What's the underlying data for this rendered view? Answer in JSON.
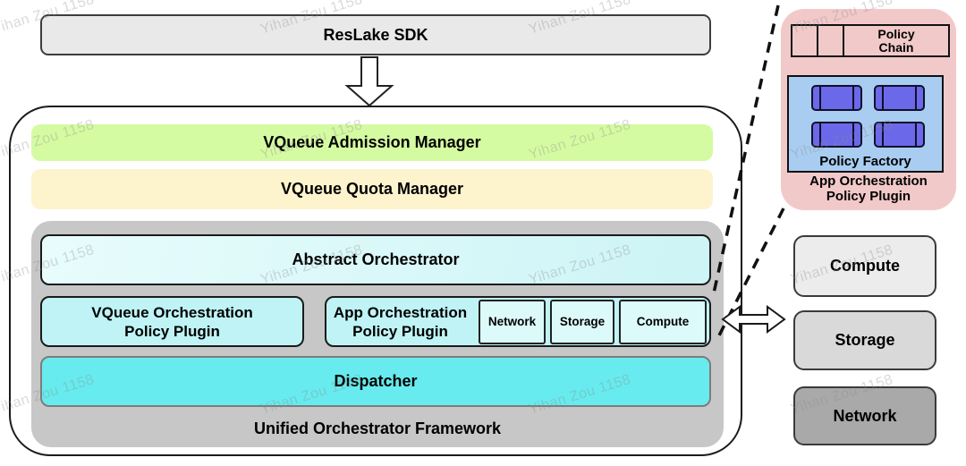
{
  "watermark": {
    "text": "Yihan Zou 1158"
  },
  "sdk": {
    "label": "ResLake SDK"
  },
  "framework": {
    "admission_manager": "VQueue Admission Manager",
    "quota_manager": "VQueue Quota Manager",
    "abstract_orchestrator": "Abstract Orchestrator",
    "vqueue_plugin": {
      "line1": "VQueue Orchestration",
      "line2": "Policy Plugin"
    },
    "app_plugin": {
      "line1": "App Orchestration",
      "line2": "Policy Plugin",
      "sub_boxes": [
        {
          "label": "Network"
        },
        {
          "label": "Storage"
        },
        {
          "label": "Compute"
        }
      ]
    },
    "dispatcher": "Dispatcher",
    "label": "Unified Orchestrator Framework"
  },
  "plugin_detail": {
    "policy_chain": {
      "line1": "Policy",
      "line2": "Chain"
    },
    "policy_factory": "Policy Factory",
    "caption_line1": "App Orchestration",
    "caption_line2": "Policy Plugin"
  },
  "resources": [
    {
      "label": "Compute"
    },
    {
      "label": "Storage"
    },
    {
      "label": "Network"
    }
  ],
  "colors": {
    "admission_green": "#d5fba2",
    "quota_yellow": "#fdf3cd",
    "abstract_cyan_light": "#e8fcfc",
    "abstract_cyan_dark": "#cdf4f6",
    "plugin_cyan": "#bff3f5",
    "subbox_cyan": "#dcfafa",
    "dispatcher_cyan": "#67ebee",
    "frame_gray": "#c7c7c7",
    "sdk_gray": "#e9e9e9",
    "detail_pink": "#f2c9c9",
    "factory_blue": "#a9cdf1",
    "chip_blue": "#6b68e9",
    "resource_compute": "#ececec",
    "resource_storage": "#d9d9d9",
    "resource_network": "#a9a9a9"
  }
}
